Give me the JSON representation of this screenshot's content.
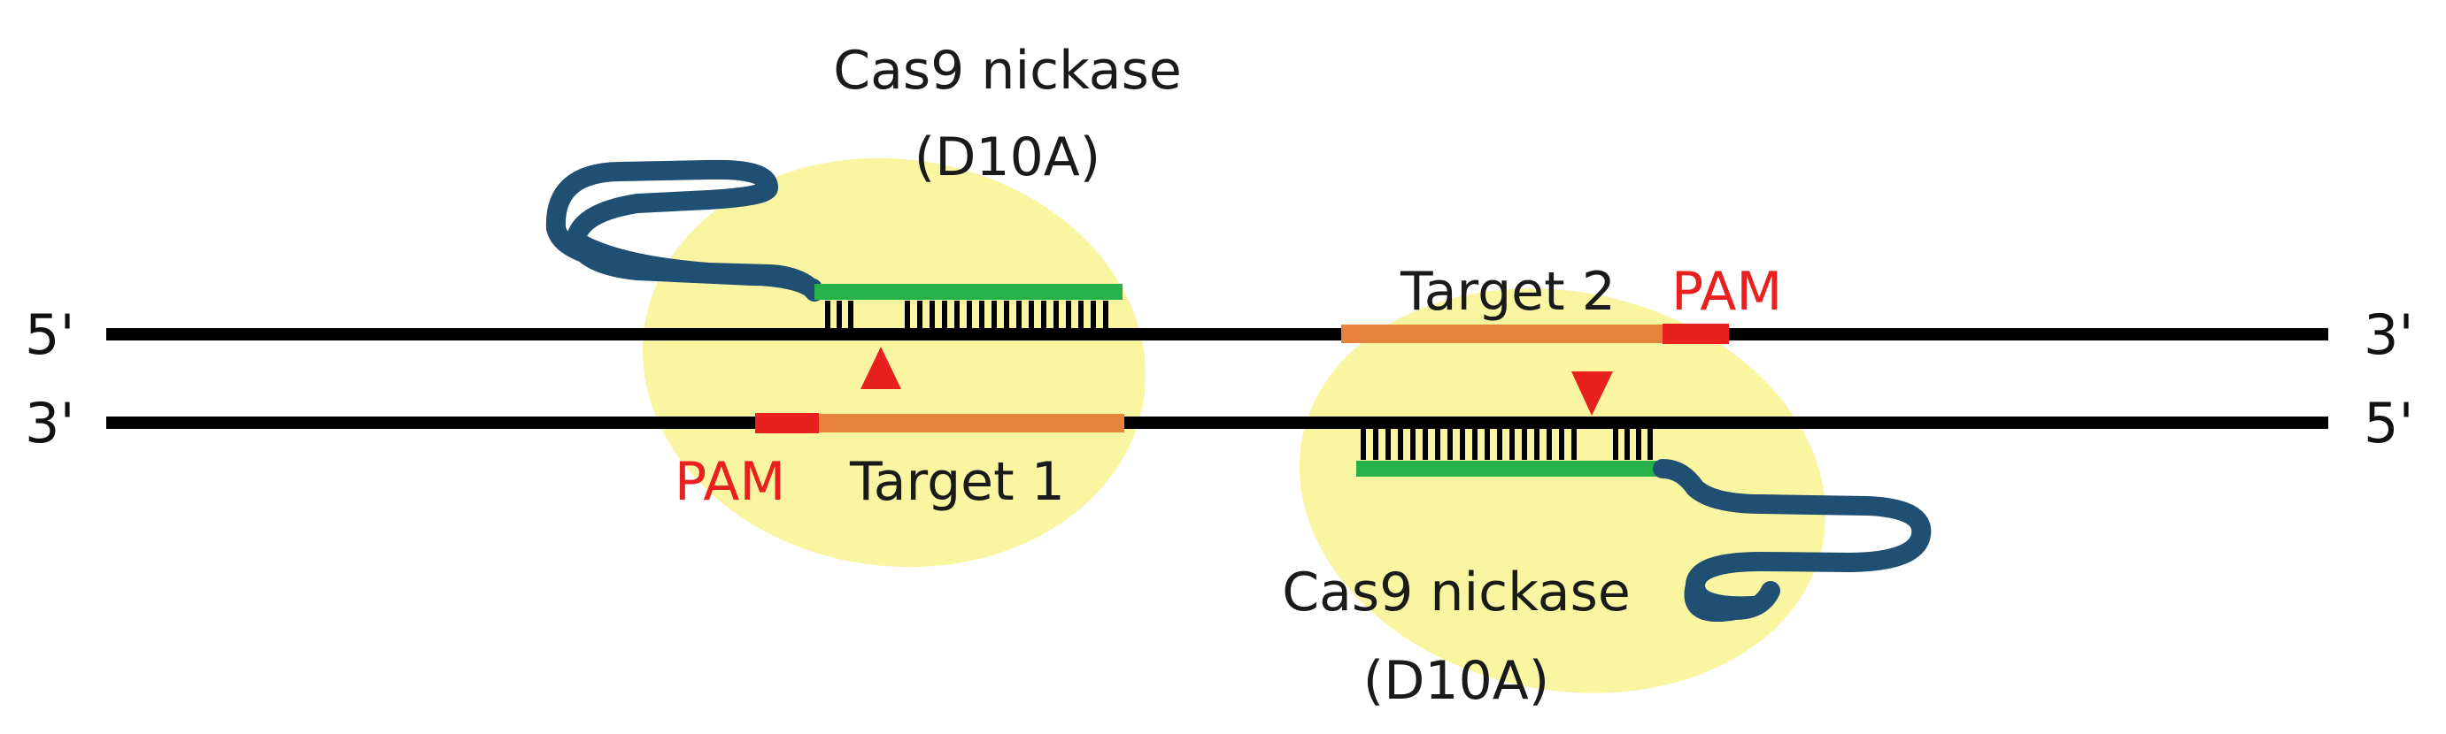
{
  "strand_labels": {
    "top_left": "5'",
    "top_right": "3'",
    "bottom_left": "3'",
    "bottom_right": "5'"
  },
  "nickase_1": {
    "name": "Cas9 nickase",
    "mutation": "(D10A)",
    "target_label": "Target 1",
    "pam_label": "PAM"
  },
  "nickase_2": {
    "name": "Cas9 nickase",
    "mutation": "(D10A)",
    "target_label": "Target 2",
    "pam_label": "PAM"
  },
  "colors": {
    "enzyme_fill": "#faf5a0",
    "dna_strand": "#000000",
    "guide_rna": "#1f4f73",
    "guide_spacer": "#27b24a",
    "target_region": "#e7823a",
    "pam": "#e8201e",
    "nick_arrow": "#e8201e"
  }
}
